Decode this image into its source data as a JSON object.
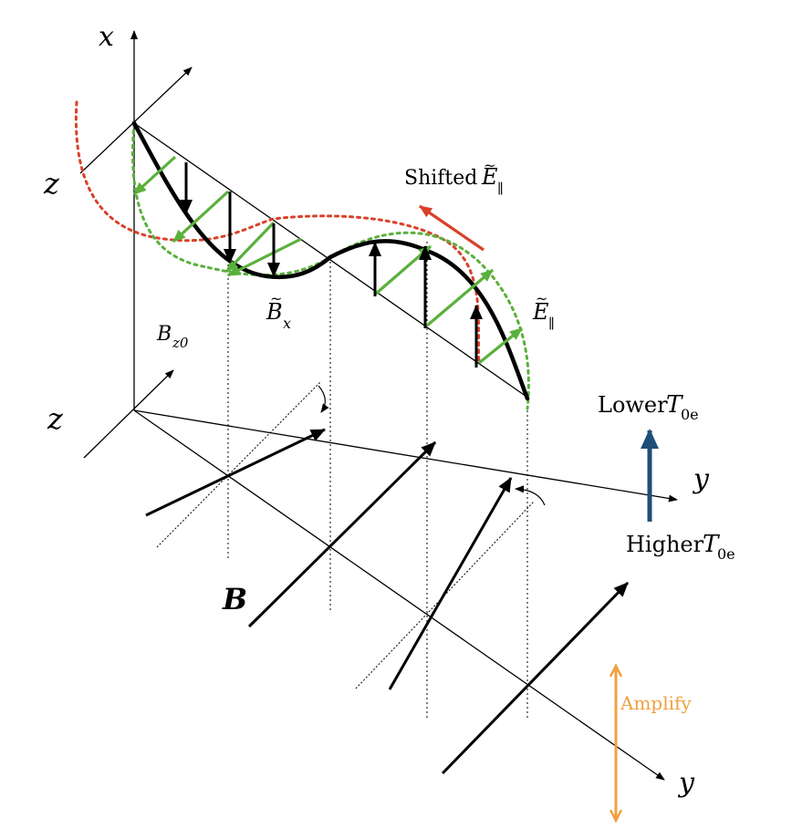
{
  "labels": {
    "x_axis": "x",
    "z_top": "z",
    "z_bottom": "z",
    "y_mid": "y",
    "y_bottom": "y",
    "shifted_E_prefix": "Shifted",
    "E_sym": "E",
    "E_sub": "∥",
    "B_tilde_sym": "B",
    "B_tilde_sub": "x",
    "B_z0_sym": "B",
    "B_z0_sub": "z0",
    "B_vec": "B",
    "lower_T_prefix": "Lower",
    "higher_T_prefix": "Higher",
    "T_sym": "T",
    "T_sub": "0e",
    "amplify": "Amplify"
  },
  "colors": {
    "black": "#000000",
    "red": "#d9412a",
    "green": "#5ab03c",
    "blue": "#1f4e79",
    "orange": "#f0a040"
  }
}
